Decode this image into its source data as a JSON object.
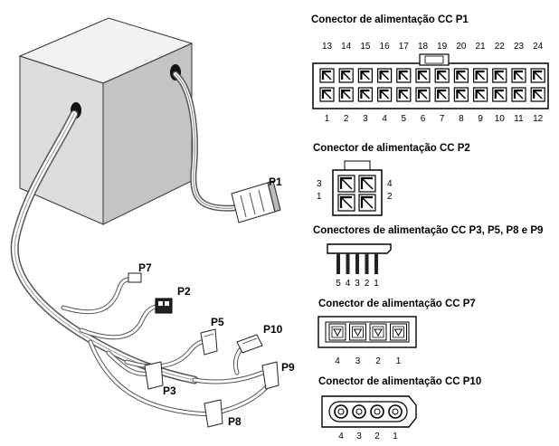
{
  "connectors": {
    "p1": {
      "title": "Conector de alimentação CC P1",
      "top_pins": [
        "13",
        "14",
        "15",
        "16",
        "17",
        "18",
        "19",
        "20",
        "21",
        "22",
        "23",
        "24"
      ],
      "bottom_pins": [
        "1",
        "2",
        "3",
        "4",
        "5",
        "6",
        "7",
        "8",
        "9",
        "10",
        "11",
        "12"
      ]
    },
    "p2": {
      "title": "Conector de alimentação CC P2",
      "pins": {
        "top_left": "3",
        "bottom_left": "1",
        "top_right": "4",
        "bottom_right": "2"
      }
    },
    "p3589": {
      "title": "Conectores de alimentação CC P3, P5, P8 e P9",
      "pins": [
        "5",
        "4",
        "3",
        "2",
        "1"
      ]
    },
    "p7": {
      "title": "Conector de alimentação CC P7",
      "pins": [
        "4",
        "3",
        "2",
        "1"
      ]
    },
    "p10": {
      "title": "Conector de alimentação CC P10",
      "pins": [
        "4",
        "3",
        "2",
        "1"
      ]
    }
  },
  "cable_labels": {
    "p1": "P1",
    "p2": "P2",
    "p3": "P3",
    "p5": "P5",
    "p7": "P7",
    "p8": "P8",
    "p9": "P9",
    "p10": "P10"
  }
}
